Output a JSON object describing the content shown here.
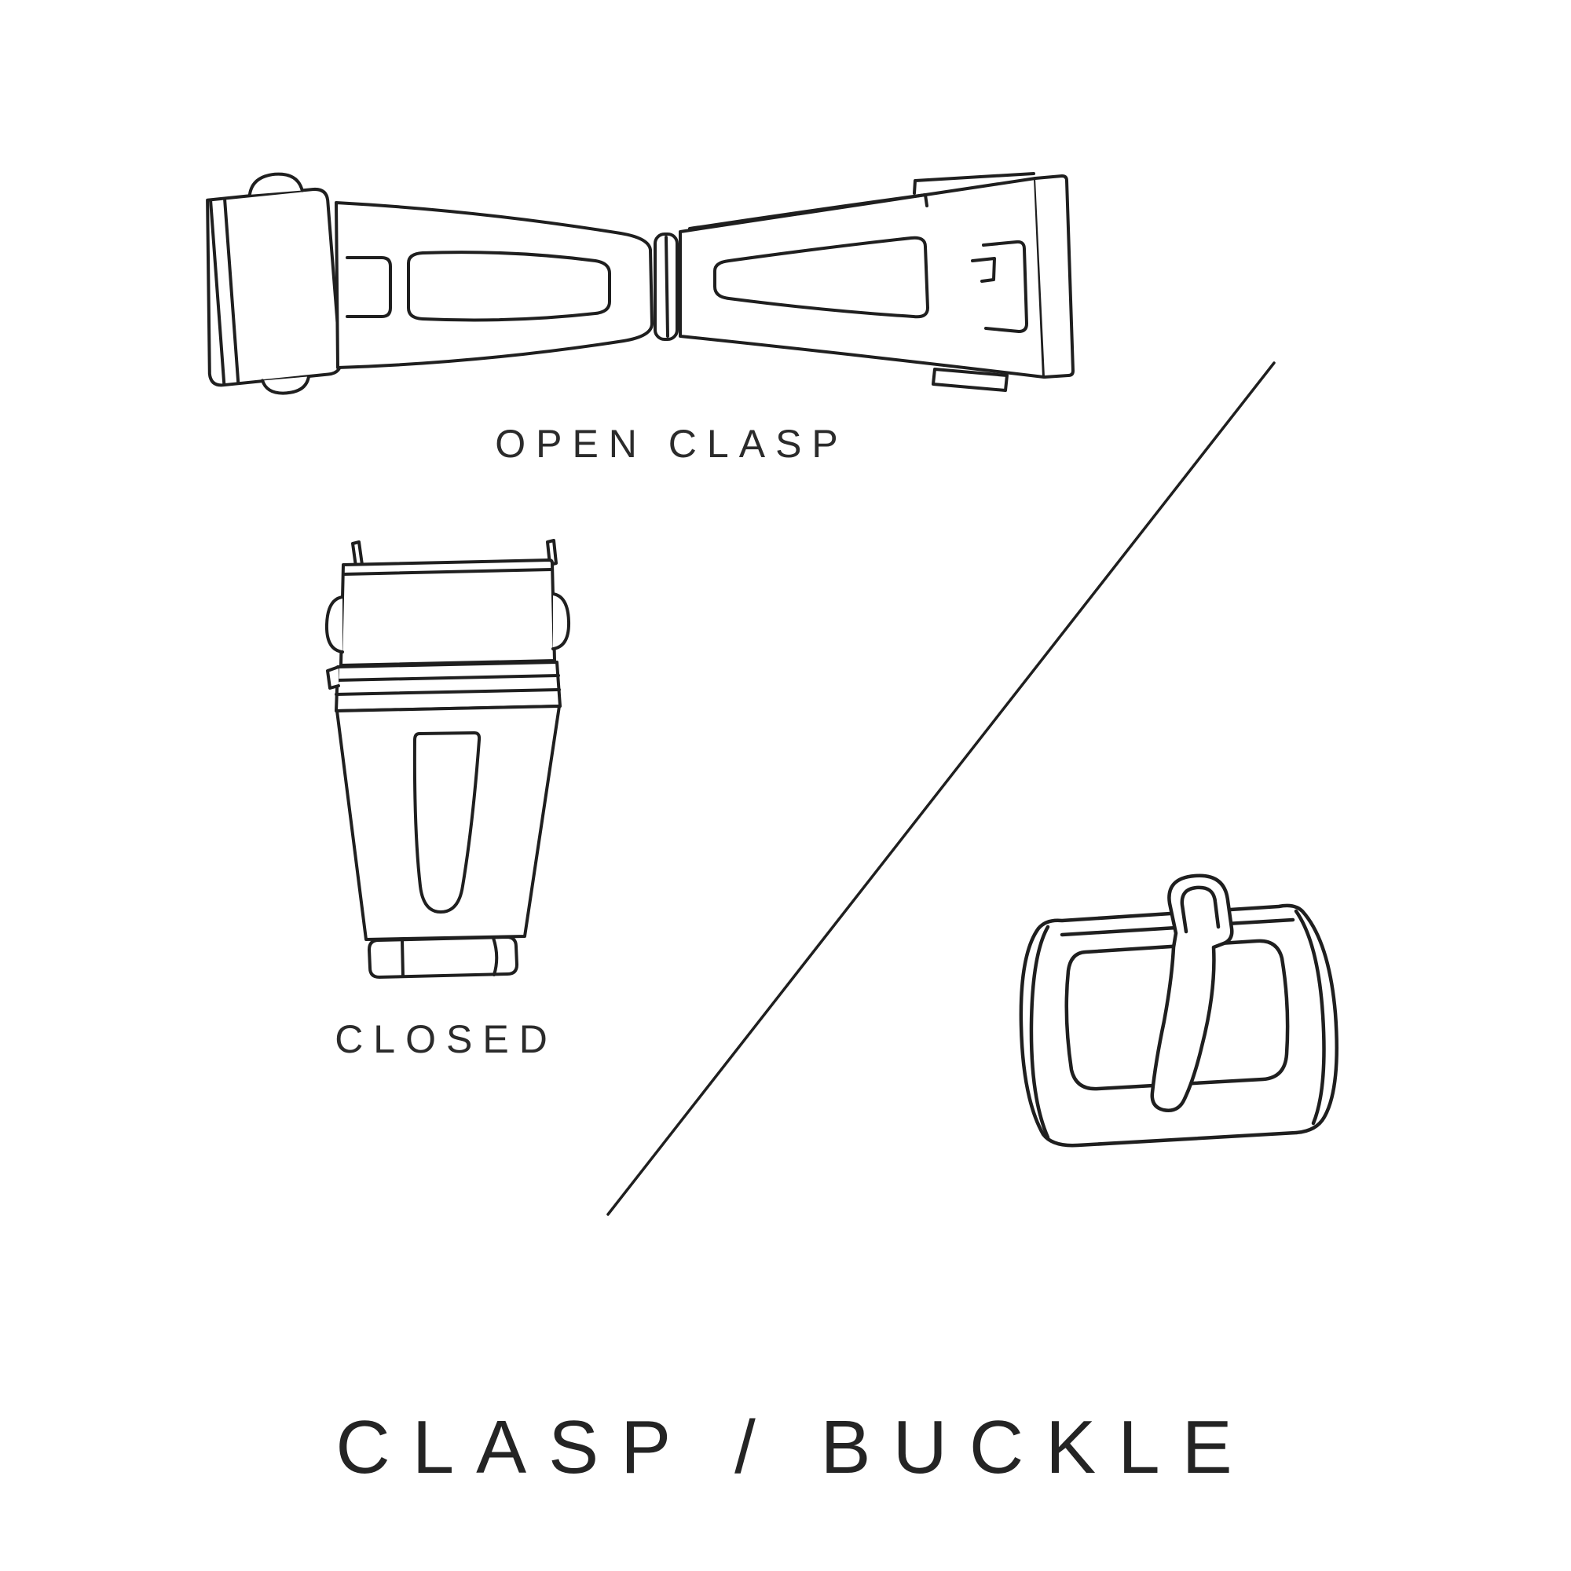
{
  "canvas": {
    "background": "#ffffff",
    "ink": "#1f1f1f",
    "text_color": "#2b2b2b"
  },
  "figures": {
    "open_clasp": {
      "label": "OPEN CLASP",
      "icon": "open-deployant-clasp-illustration"
    },
    "closed_clasp": {
      "label": "CLOSED",
      "icon": "closed-deployant-clasp-illustration"
    },
    "buckle": {
      "icon": "tang-buckle-illustration"
    }
  },
  "title": "CLASP / BUCKLE"
}
